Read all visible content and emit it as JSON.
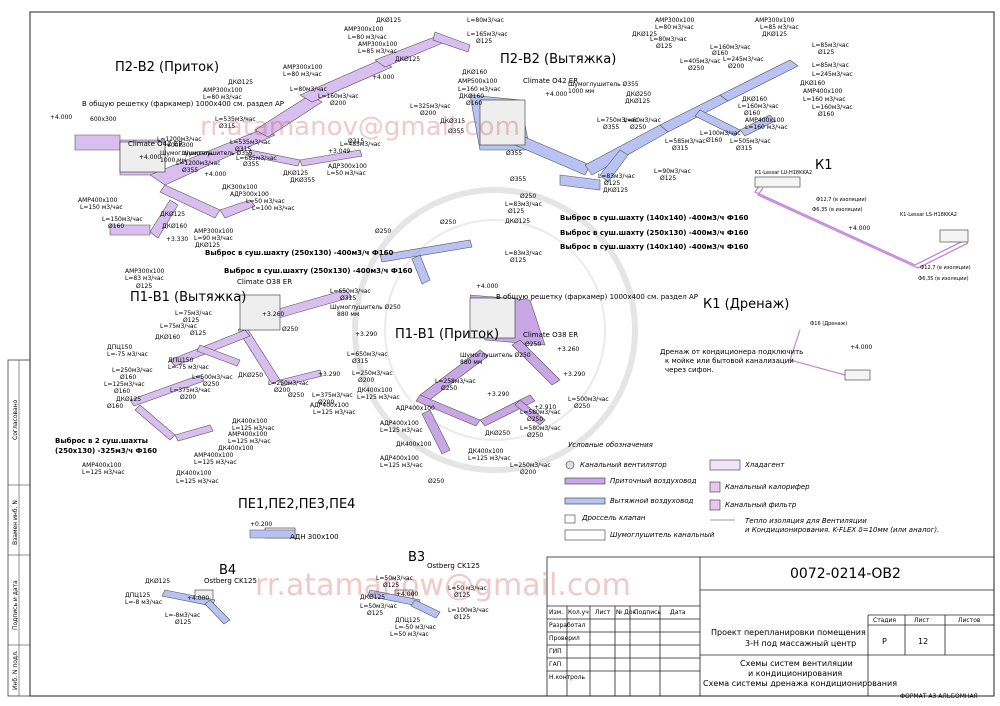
{
  "watermarks": {
    "email_top": "rr.atamanov@gmail.com",
    "email_bottom": "rr.atamanow@gmail.com"
  },
  "systems": {
    "p2v2_supply": "П2-В2 (Приток)",
    "p2v2_exhaust": "П2-В2 (Вытяжка)",
    "p1v1_exhaust": "П1-В1 (Вытяжка)",
    "p1v1_supply": "П1-В1 (Приток)",
    "k1": "К1",
    "k1_drain": "К1 (Дренаж)",
    "pe": "ПЕ1,ПЕ2,ПЕ3,ПЕ4",
    "v4": "В4",
    "v3": "В3"
  },
  "units": {
    "climate_042_left": "Climate O42 ER",
    "climate_042_right": "Climate O42 ER",
    "climate_038_top": "Climate O38 ER",
    "climate_038_mid": "Climate O38 ER",
    "ostberg_v4": "Ostberg  CK125",
    "ostberg_v3": "Ostberg  CK125",
    "adn": "АДН 300х100",
    "k1_indoor": "K1-Lessar LU-H18KKA2",
    "k1_outdoor": "K1-Lessar LS-H18KKA2"
  },
  "notes": {
    "grille_p2": "В общую решетку (фаркамер) 1000х400 см. раздел АР",
    "grille_p1": "В общую решетку (фаркамер) 1000х400 см. раздел АР",
    "exhaust_1": "Выброс в суш.шахту (140х140) -400м3/ч  Ф160",
    "exhaust_2": "Выброс в суш.шахту (250х130) -400м3/ч  Ф160",
    "exhaust_3": "Выброс в суш.шахту (140х140) -400м3/ч  Ф160",
    "exhaust_4": "Выброс в суш.шахту (250х130)  -400м3/ч  Ф160",
    "exhaust_5": "Выброс в суш.шахту (250х130) -400м3/ч  Ф160",
    "exhaust_6a": "Выброс в 2 суш.шахты",
    "exhaust_6b": "(250х130) -325м3/ч  Ф160",
    "drain_1": "Дренаж от кондиционера подключить",
    "drain_2": "к мойке или бытовой канализации",
    "drain_3": "через сифон.",
    "pipe_1": "Ф12,7 (в изоляции)",
    "pipe_2": "Ф6,35  (в изоляции)",
    "pipe_3": "Ф12,7 (в изоляции)",
    "pipe_4": "Ф6,35  (в изоляции)",
    "drain_pipe": "Ф16 (Дренаж)"
  },
  "elevations": {
    "e1": "+4.000",
    "e2": "+4.000",
    "e3": "+4.000",
    "e4": "+4.000",
    "e5": "+4.000",
    "e6": "+4.000",
    "e7": "+3.290",
    "e8": "+3.290",
    "e9": "+3.290",
    "e10": "+2.910",
    "e11": "+3.260",
    "e12": "+3.049",
    "e13": "+3.330",
    "e14": "+4.000",
    "e15": "+4.000",
    "e16": "+0.200",
    "e17": "+4.000",
    "e18": "+4.000",
    "e19": "+3.260",
    "e20": "+3.290"
  },
  "labels": {
    "a1": "ДКØ125",
    "a2": "L=80м3/час",
    "a3": "L=165м3/час",
    "a4": "Ø125",
    "a5": "АМР300х100",
    "a6": "L=80 м3/час",
    "a7": "АМР300х100",
    "a8": "L=85 м3/час",
    "a9": "ДКØ125",
    "a10": "L=80м3/час",
    "a11": "L=85м3/час",
    "a12": "Ø160",
    "b1": "АМР300х100",
    "b2": "L=80 м3/час",
    "b3": "ДКØ125",
    "b4": "АМР300х100",
    "b5": "L=80 м3/час",
    "b6": "Ø125",
    "b7": "L=80м3/час",
    "b8": "L=160м3/час",
    "b9": "Ø200",
    "b10": "L=325м3/час",
    "b11": "Ø200",
    "c1": "ДКØ160",
    "c2": "АМР500х100",
    "c3": "L=160 м3/час",
    "c4": "Ø160",
    "c5": "ДКØ160",
    "c6": "ДКØ315",
    "c7": "Ø355",
    "c8": "Ø315",
    "d1": "600х300",
    "d2": "L=1200м3/час",
    "d3": "600х300",
    "d4": "Шумоглушитель",
    "d5": "1000 мм",
    "d6": "Шумоглушитель Ø355",
    "d7": "L=1200м3/час",
    "d8": "Ø355",
    "d9": "L=535м3/час",
    "d10": "Ø315",
    "d11": "L=535м3/час",
    "d12": "Ø315",
    "d13": "L=685м3/час",
    "d14": "Ø355",
    "d15": "ДКØ355",
    "e_1": "Ø315",
    "e_2": "L=485м3/час",
    "e_3": "Ø315",
    "e_4": "АДР300х100",
    "e_5": "L=50 м3/час",
    "e_6": "ДКØ125",
    "e_7": "ДКØ125",
    "f1": "АДР300х100",
    "f2": "ДК300х100",
    "f3": "L=100 м3/час",
    "f4": "L=50 м3/час",
    "f5": "Ø125",
    "g1": "АМР400х100",
    "g2": "L=150 м3/час",
    "g3": "ДКØ125",
    "g4": "L=150м3/час",
    "g5": "Ø160",
    "g6": "ДКØ160",
    "g7": "АМР300х100",
    "g8": "L=90 м3/час",
    "g9": "ДКØ125",
    "g10": "АМР300х100",
    "g11": "L=83 м3/час",
    "g12": "Ø125",
    "h1": "АМР300х100",
    "h2": "L=80 м3/час",
    "h3": "ДКØ125",
    "h4": "L=80м3/час",
    "h5": "Ø125",
    "h6": "L=160м3/час",
    "h7": "Ø160",
    "h8": "L=405м3/час",
    "h9": "Ø250",
    "h10": "L=245м3/час",
    "h11": "Ø200",
    "h12": "ДКØ125",
    "h13": "L=85м3/час",
    "h14": "Ø125",
    "h15": "L=85м3/час",
    "h16": "L=245м3/час",
    "h17": "ДКØ160",
    "h18": "АМР400х100",
    "h19": "L=160 м3/час",
    "h20": "L=160м3/час",
    "h21": "Ø160",
    "h22": "ДКØ160",
    "h23": "L=160м3/час",
    "h24": "Ø160",
    "h25": "АМР300х100",
    "h26": "L=85 м3/час",
    "i1": "Шумоглушитель Ø355",
    "i2": "1000 мм",
    "i3": "ДКØ250",
    "i4": "АМР400х100",
    "i5": "L=160 м3/час",
    "i6": "ДКØ125",
    "i7": "L=60м3/час",
    "i8": "Ø250",
    "i9": "L=750м3/час",
    "i10": "Ø355",
    "i11": "L=585м3/час",
    "i12": "Ø315",
    "i13": "L=90м3/час",
    "i14": "Ø125",
    "i15": "ДКØ125",
    "i16": "L=100м3/час",
    "i17": "Ø160",
    "i18": "L=505м3/час",
    "i19": "Ø315",
    "i20": "L=90м3/час",
    "i21": "Ø125",
    "i22": "Ø355",
    "i23": "Ø355",
    "j1": "L=83м3/час",
    "j2": "Ø125",
    "j3": "ДКØ125",
    "j4": "Ø250",
    "j5": "L=83м3/час",
    "j6": "Ø125",
    "j7": "ДКØ125",
    "j8": "L=83м3/час",
    "j9": "Ø125",
    "j10": "Ø250",
    "k_1": "L=650м3/час",
    "k_2": "Ø315",
    "k_3": "Шумоглушитель Ø250",
    "k_4": "880 мм",
    "k_5": "L=650м3/час",
    "k_6": "Ø315",
    "k_7": "Ø250",
    "k_8": "Ø250",
    "l1": "L=75м3/час",
    "l2": "Ø125",
    "l3": "L=75м3/час",
    "l4": "ДКØ160",
    "l5": "Ø125",
    "l6": "ДПЦ150",
    "l7": "L=-75 м3/час",
    "l8": "ДПЦ150",
    "l9": "L=-75 м3/час",
    "l10": "L=250м3/час",
    "l11": "Ø160",
    "l12": "L=125м3/час",
    "l13": "Ø160",
    "l14": "L=500м3/час",
    "l15": "Ø250",
    "l16": "L=375м3/час",
    "l17": "Ø200",
    "l18": "ДКØ250",
    "l19": "ДКØ125",
    "l20": "Ø160",
    "l21": "Ø250",
    "m1": "ДК400х100",
    "m2": "L=125 м3/час",
    "m3": "АМР400х100",
    "m4": "L=125 м3/час",
    "m5": "ДК400х100",
    "m6": "АМР400х100",
    "m7": "L=125 м3/час",
    "m8": "АМР400х100",
    "m9": "L=125 м3/час",
    "n1": "L=250м3/час",
    "n2": "Ø200",
    "n3": "L=375м3/час",
    "n4": "Ø200",
    "n5": "АДР400х100",
    "n6": "L=125 м3/час",
    "n7": "L=250м3/час",
    "n8": "Ø200",
    "n9": "ДК400х100",
    "n10": "L=125 м3/час",
    "o1": "Шумоглушитель Ø250",
    "o2": "880 мм",
    "o3": "Ø250",
    "o4": "L=258м3/час",
    "o5": "Ø250",
    "o6": "L=500м3/час",
    "o7": "Ø250",
    "o8": "L=580м3/час",
    "o9": "Ø250",
    "o10": "ДК400х100",
    "o11": "АДР400х100",
    "o12": "L=125 м3/час",
    "o13": "АДР400х100",
    "o14": "L=125 м3/час",
    "o15": "ДК400х100",
    "o16": "АДР400х100",
    "o17": "L=125 м3/час",
    "o18": "ДКØ250",
    "o19": "L=580м3/час",
    "o20": "Ø250",
    "o21": "ДК400х100",
    "o22": "L=125 м3/час",
    "o23": "Ø250",
    "p1": "L=250м3/час",
    "p2": "Ø200",
    "q1": "ДКØ125",
    "q2": "ДПЦ125",
    "q3": "L=-8 м3/час",
    "q4": "L=-8м3/час",
    "q5": "Ø125",
    "r1": "L=50м3/час",
    "r2": "Ø125",
    "r3": "L=50 м3/час",
    "r4": "Ø125",
    "r5": "L=100м3/час",
    "r6": "Ø125",
    "r7": "ДКØ125",
    "r8": "L=50м3/час",
    "r9": "Ø125",
    "r10": "ДПЦ125",
    "r11": "L=-50 м3/час",
    "r12": "L=50 м3/час"
  },
  "legend": {
    "title": "Условные обозначения",
    "fan": "Канальный вентилятор",
    "supply": "Приточный воздуховод",
    "exhaust": "Вытяжной воздуховод",
    "damper": "Дроссель клапан",
    "silencer": "Шумоглушитель канальный",
    "refrigerant": "Хладагент",
    "heater": "Канальный калорифер",
    "filter": "Канальный фильтр",
    "insulation_1": "Тепло изоляция для Вентиляции",
    "insulation_2": "и Кондиционирования.  K-FLEX δ=10мм (или аналог)."
  },
  "title_block": {
    "code": "0072-0214-ОВ2",
    "col_izm": "Изм.",
    "col_kol": "Кол.уч",
    "col_list": "Лист",
    "col_doc": "№ Док.",
    "col_sign": "Подпись",
    "col_date": "Дата",
    "row_dev": "Разработал",
    "row_check": "Проверил",
    "row_gip": "ГИП",
    "row_gap": "ГАП",
    "row_nk": "Н.контроль",
    "project_1": "Проект перепланировки помещения",
    "project_2": "3-Н под массажный центр",
    "sheet_1": "Схемы систем вентиляции",
    "sheet_2": "и кондиционирования",
    "sheet_3": "Схема системы дренажа кондиционирования",
    "stage_h": "Стадия",
    "list_h": "Лист",
    "lists_h": "Листов",
    "stage": "Р",
    "list": "12",
    "lists": "",
    "format": "ФОРМАТ  А3 АЛЬБОМНАЯ"
  },
  "side": {
    "s1": "Согласовано",
    "s2": "Взамен инб. N",
    "s3": "Подпись и дата",
    "s4": "Инб. N подл."
  },
  "colors": {
    "supply": "#c9a6e6",
    "exhaust": "#9aa9ef",
    "refrigerant": "#c58ad8",
    "line": "#333333"
  }
}
